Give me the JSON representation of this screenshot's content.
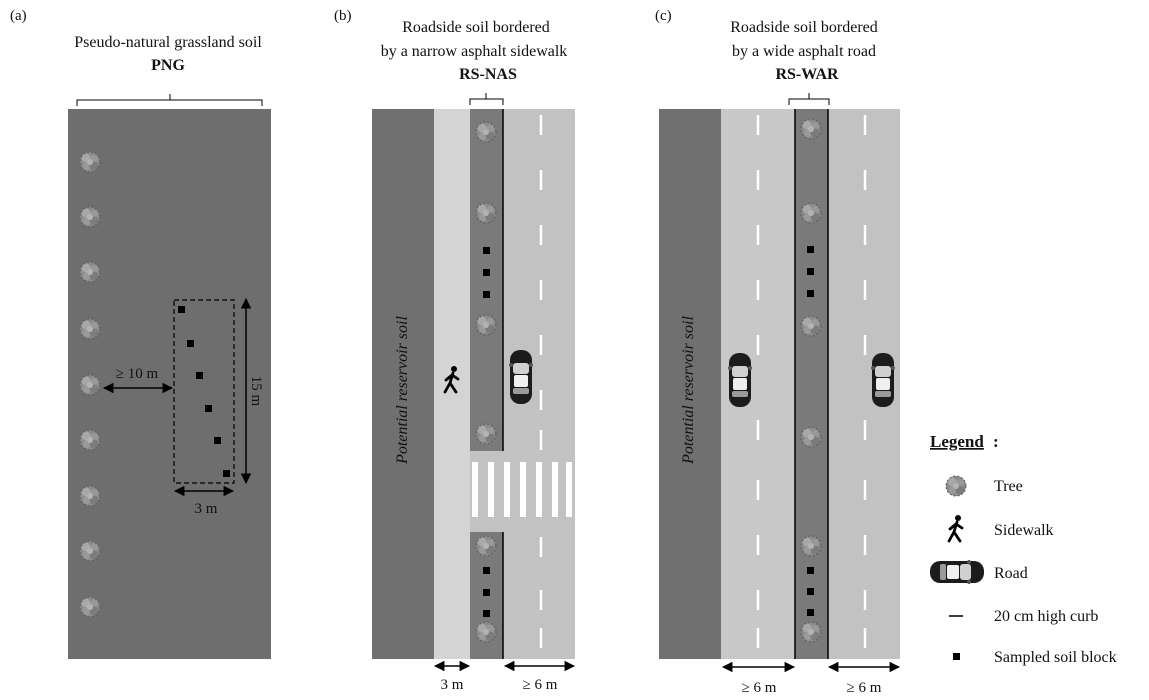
{
  "panels": {
    "a": {
      "tag": "(a)",
      "title": "Pseudo-natural grassland soil",
      "code": "PNG",
      "dim_distance": "≥ 10 m",
      "dim_height": "15 m",
      "dim_width": "3 m"
    },
    "b": {
      "tag": "(b)",
      "title_line1": "Roadside soil bordered",
      "title_line2": "by a narrow asphalt sidewalk",
      "code": "RS-NAS",
      "reservoir": "Potential reservoir soil",
      "dim_left": "3 m",
      "dim_right": "≥ 6 m"
    },
    "c": {
      "tag": "(c)",
      "title_line1": "Roadside soil bordered",
      "title_line2": "by a wide asphalt road",
      "code": "RS-WAR",
      "reservoir": "Potential reservoir soil",
      "dim_left": "≥ 6 m",
      "dim_right": "≥ 6 m"
    }
  },
  "legend": {
    "title": "Legend",
    "colon": ":",
    "items": [
      {
        "icon": "tree-icon",
        "label": "Tree"
      },
      {
        "icon": "pedestrian-icon",
        "label": "Sidewalk"
      },
      {
        "icon": "car-icon",
        "label": "Road"
      },
      {
        "icon": "curb-line-icon",
        "label": "20 cm high curb"
      },
      {
        "icon": "soil-block-icon",
        "label": "Sampled soil block"
      }
    ]
  },
  "colors": {
    "grass_soil": "#6e6e6e",
    "reservoir_soil": "#707070",
    "sidewalk": "#d4d4d4",
    "tree_strip": "#7a7a7a",
    "road": "#c2c2c2",
    "marking": "#ffffff",
    "block": "#000000"
  }
}
